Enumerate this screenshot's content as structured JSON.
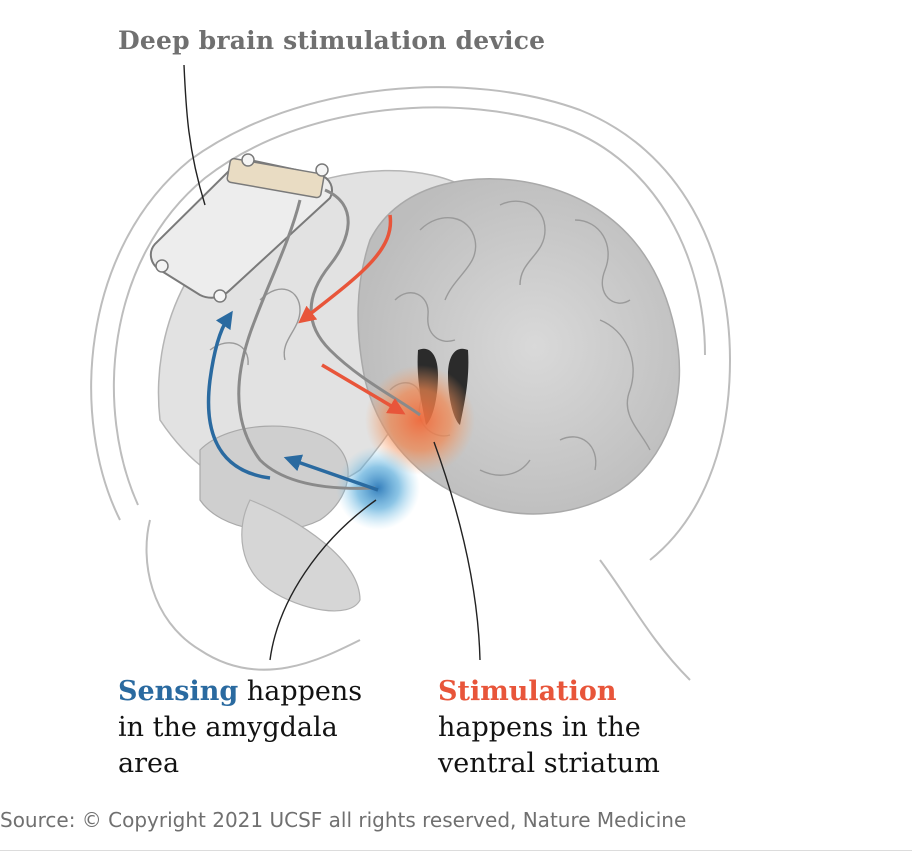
{
  "title": "Deep brain stimulation device",
  "labels": {
    "sensing": {
      "highlight": "Sensing",
      "rest": " happens in the amygdala area",
      "color": "#2a6aa0"
    },
    "stimulation": {
      "highlight": "Stimulation",
      "rest": " happens in the ventral striatum",
      "color": "#e8553a"
    }
  },
  "source": "Source: © Copyright 2021 UCSF all rights reserved, Nature Medicine",
  "colors": {
    "sensing": "#2a6aa0",
    "stimulation": "#e8553a",
    "leader": "#222222"
  }
}
